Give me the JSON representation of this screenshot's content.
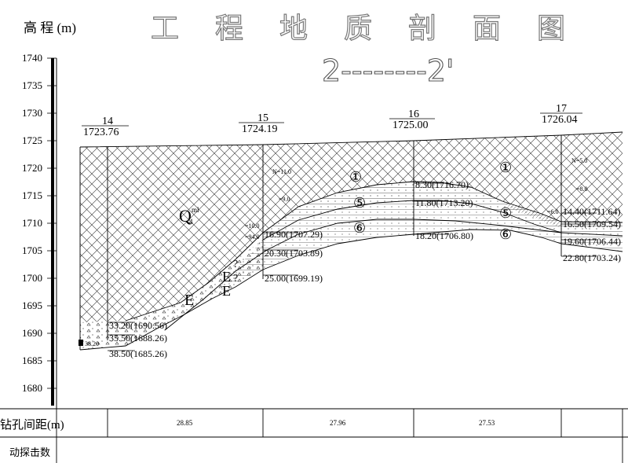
{
  "header": {
    "elev_label": "高 程 (m)",
    "title": "工程地质剖面图",
    "section_label": "2--------2'"
  },
  "y_axis": {
    "ticks": [
      "1740",
      "1735",
      "1730",
      "1725",
      "1720",
      "1715",
      "1710",
      "1705",
      "1700",
      "1695",
      "1690",
      "1685",
      "1680"
    ],
    "range": [
      1677,
      1740
    ]
  },
  "boreholes": [
    {
      "id": "14",
      "elev": "1723.76",
      "depths": [
        "33.20(1690.56)",
        "35.50(1688.26)",
        "38.50(1685.26)"
      ],
      "extra": "38.20"
    },
    {
      "id": "15",
      "elev": "1724.19",
      "depths": [
        "16.90(1707.29)",
        "20.30(1703.89)",
        "25.00(1699.19)"
      ],
      "n_values": [
        "N=11.0",
        "=9.0",
        "=10.0",
        "=94.0"
      ]
    },
    {
      "id": "16",
      "elev": "1725.00",
      "depths": [
        "8.30(1716.70)",
        "11.80(1713.20)",
        "18.20(1706.80)"
      ]
    },
    {
      "id": "17",
      "elev": "1726.04",
      "depths": [
        "14.40(1711.64)",
        "16.50(1709.54)",
        "19.60(1706.44)",
        "22.80(1703.24)"
      ],
      "n_values": [
        "N=5.0",
        "=8.0",
        "=6.0"
      ]
    }
  ],
  "strata": {
    "layer1": "①",
    "layer5": "⑤",
    "layer6": "⑥",
    "quaternary": "Q",
    "q_sup": "ml",
    "q_sub": "4",
    "e_label": "E",
    "q_marks": [
      "?",
      "?"
    ]
  },
  "table": {
    "row1_label": "钻孔间距(m)",
    "row2_label": "动探击数",
    "spacings": [
      "28.85",
      "27.96",
      "27.53"
    ]
  }
}
